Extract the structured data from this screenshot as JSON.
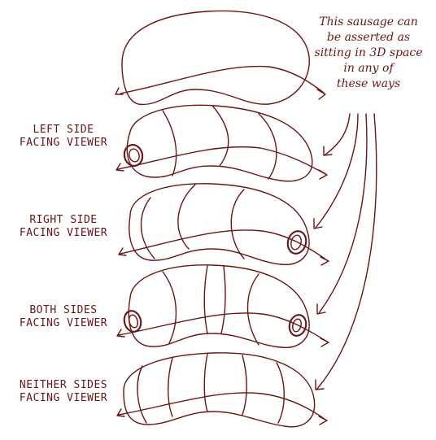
{
  "note": [
    "This sausage can",
    "be asserted as",
    "sitting in 3D space",
    "in any of",
    "these ways"
  ],
  "labels": [
    [
      "LEFT SIDE",
      "FACING VIEWER"
    ],
    [
      "RIGHT SIDE",
      "FACING VIEWER"
    ],
    [
      "BOTH SIDES",
      "FACING VIEWER"
    ],
    [
      "NEITHER SIDES",
      "FACING VIEWER"
    ]
  ],
  "ink_color": "#6b1414"
}
